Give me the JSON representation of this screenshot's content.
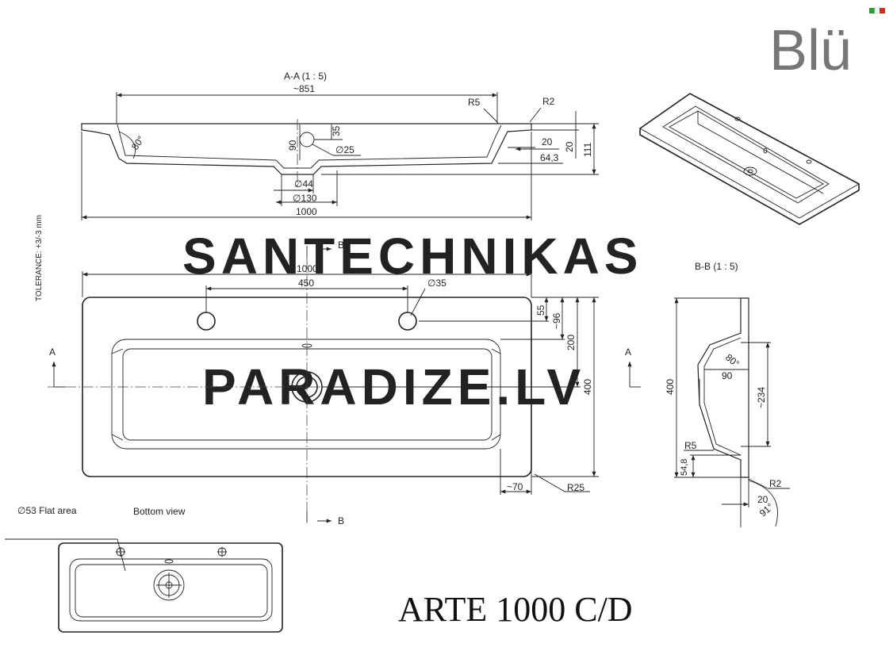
{
  "title": "ARTE 1000 C/D",
  "logo": {
    "text": "Blü",
    "flag_colors": [
      "#2e9a3f",
      "#ffffff",
      "#d52b1e"
    ]
  },
  "watermark": [
    "SANTECHNIKAS",
    "PARADIZE.LV"
  ],
  "tolerance": "TOLERANCE: +3/-3 mm",
  "section_aa": {
    "label": "A-A  (1 : 5)",
    "dims": {
      "width_inner": "~851",
      "radius_rim": "R5",
      "radius_edge": "R2",
      "angle": "80°",
      "depth_90": "90",
      "depth_35": "35",
      "hole": "∅25",
      "d20_h": "20",
      "d20_v": "20",
      "d64": "64,3",
      "height": "111",
      "drain_44": "∅44",
      "drain_130": "∅130",
      "total_width": "1000"
    }
  },
  "top_view": {
    "dims": {
      "width": "1000",
      "hole_spacing": "450",
      "hole_dia": "∅35",
      "d55": "55",
      "d96": "~96",
      "d200": "200",
      "depth": "400",
      "d70": "~70",
      "r25": "R25"
    },
    "cut_a": "A",
    "cut_b_top": "B",
    "cut_b_bottom": "B"
  },
  "section_bb": {
    "label": "B-B  (1 : 5)",
    "dims": {
      "depth": "400",
      "angle": "80°",
      "d90": "90",
      "d234": "~234",
      "r5": "R5",
      "d54": "54,8",
      "r2": "R2",
      "d20": "20",
      "angle91": "91°"
    },
    "cut_a": "A"
  },
  "bottom_view": {
    "flat_area": "∅53 Flat area",
    "label": "Bottom view"
  }
}
